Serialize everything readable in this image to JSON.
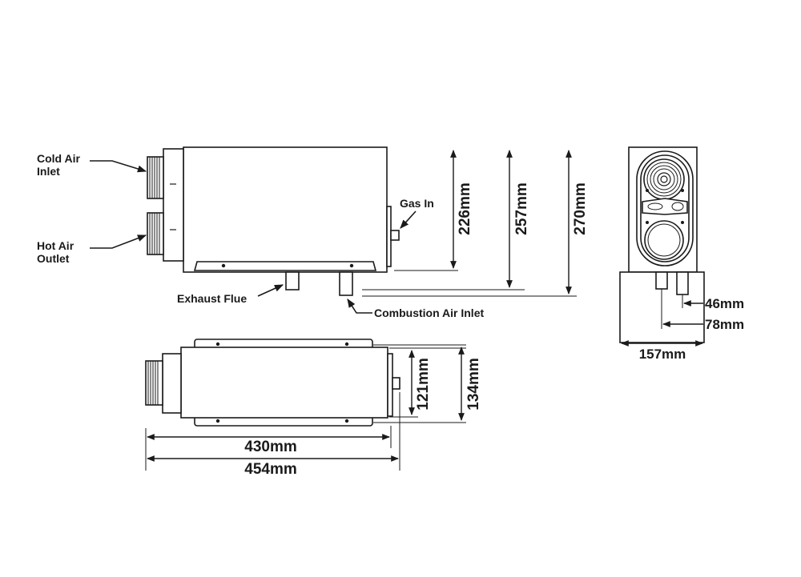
{
  "colors": {
    "ink": "#1a1a1a",
    "background": "#ffffff"
  },
  "side_view": {
    "cold_air_inlet": [
      "Cold Air",
      "Inlet"
    ],
    "hot_air_outlet": [
      "Hot Air",
      "Outlet"
    ],
    "gas_in": "Gas In",
    "exhaust_flue": "Exhaust Flue",
    "combustion_air_inlet": "Combustion Air Inlet",
    "dim_height_1": "226mm",
    "dim_height_2": "257mm",
    "dim_height_3": "270mm"
  },
  "top_view": {
    "dim_length_1": "430mm",
    "dim_length_2": "454mm",
    "dim_width_1": "121mm",
    "dim_width_2": "134mm"
  },
  "end_view": {
    "dim_offset_1": "46mm",
    "dim_offset_2": "78mm",
    "dim_width": "157mm"
  }
}
